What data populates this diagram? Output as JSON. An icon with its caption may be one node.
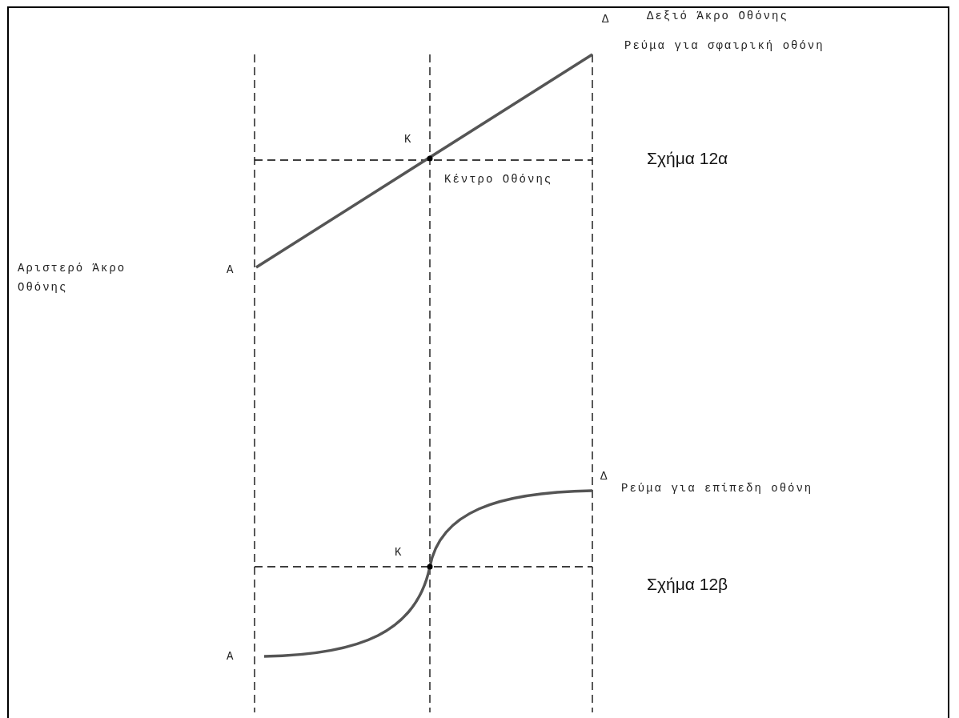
{
  "diagram": {
    "labels": [
      "Δ",
      "Δεξιό Άκρο Οθόνης",
      "Ρεύμα για σφαιρική οθόνη",
      "Κ",
      "Σχήμα 12α",
      "Κέντρο Οθόνης",
      "Αριστερό Άκρο Οθόνης",
      "Α",
      "Δ",
      "Ρεύμα για επίπεδη οθόνη",
      "Κ",
      "Σχήμα 12β",
      "Α"
    ]
  }
}
